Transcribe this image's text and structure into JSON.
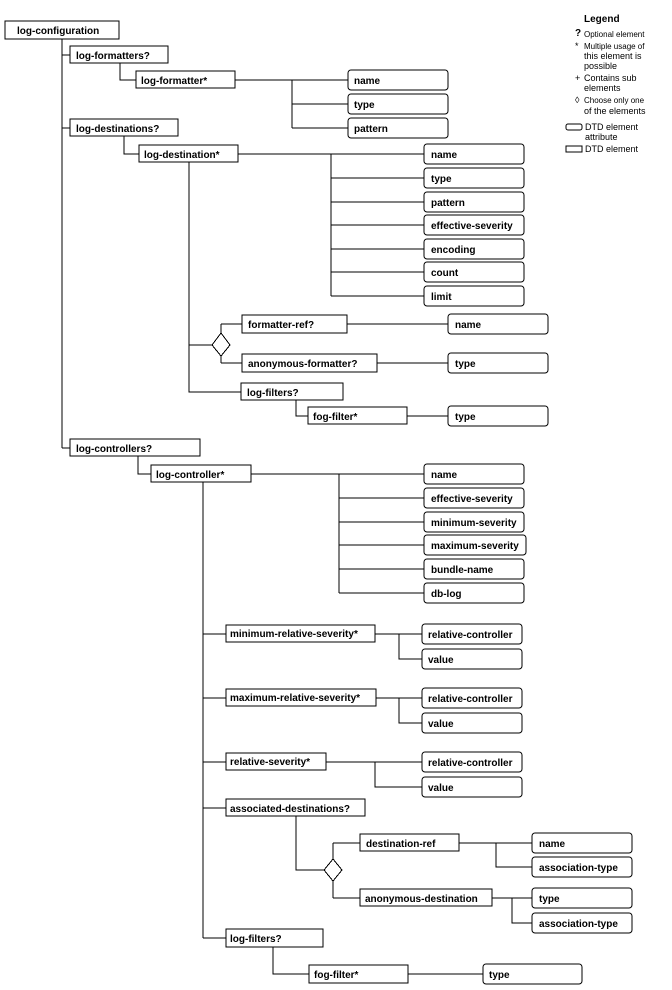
{
  "diagram": {
    "nodes": {
      "log_configuration": "log-configuration",
      "log_formatters": "log-formatters?",
      "log_formatter": "log-formatter*",
      "lf_name": "name",
      "lf_type": "type",
      "lf_pattern": "pattern",
      "log_destinations": "log-destinations?",
      "log_destination": "log-destination*",
      "ld_name": "name",
      "ld_type": "type",
      "ld_pattern": "pattern",
      "ld_effective_severity": "effective-severity",
      "ld_encoding": "encoding",
      "ld_count": "count",
      "ld_limit": "limit",
      "formatter_ref": "formatter-ref?",
      "fr_name": "name",
      "anonymous_formatter": "anonymous-formatter?",
      "af_type": "type",
      "ld_log_filters": "log-filters?",
      "ld_fog_filter": "fog-filter*",
      "ld_ff_type": "type",
      "log_controllers": "log-controllers?",
      "log_controller": "log-controller*",
      "lc_name": "name",
      "lc_effective_severity": "effective-severity",
      "lc_minimum_severity": "minimum-severity",
      "lc_maximum_severity": "maximum-severity",
      "lc_bundle_name": "bundle-name",
      "lc_db_log": "db-log",
      "min_rel_sev": "minimum-relative-severity*",
      "mrs_relative_controller": "relative-controller",
      "mrs_value": "value",
      "max_rel_sev": "maximum-relative-severity*",
      "xrs_relative_controller": "relative-controller",
      "xrs_value": "value",
      "rel_sev": "relative-severity*",
      "rs_relative_controller": "relative-controller",
      "rs_value": "value",
      "assoc_dest": "associated-destinations?",
      "destination_ref": "destination-ref",
      "dr_name": "name",
      "dr_association_type": "association-type",
      "anonymous_destination": "anonymous-destination",
      "ad_type": "type",
      "ad_association_type": "association-type",
      "lc_log_filters": "log-filters?",
      "lc_fog_filter": "fog-filter*",
      "lc_ff_type": "type"
    }
  },
  "legend": {
    "title": "Legend",
    "optional_symbol": "?",
    "optional_text": "Optional element",
    "multiple_symbol": "*",
    "multiple_text_1": "Multiple usage of",
    "multiple_text_2": "this element is",
    "multiple_text_3": "possible",
    "sub_symbol": "+",
    "sub_text_1": "Contains sub",
    "sub_text_2": "elements",
    "choice_symbol": "◊",
    "choice_text_1": "Choose only one",
    "choice_text_2": "of the elements",
    "attr_text_1": "DTD element",
    "attr_text_2": "attribute",
    "elem_text": "DTD element"
  }
}
